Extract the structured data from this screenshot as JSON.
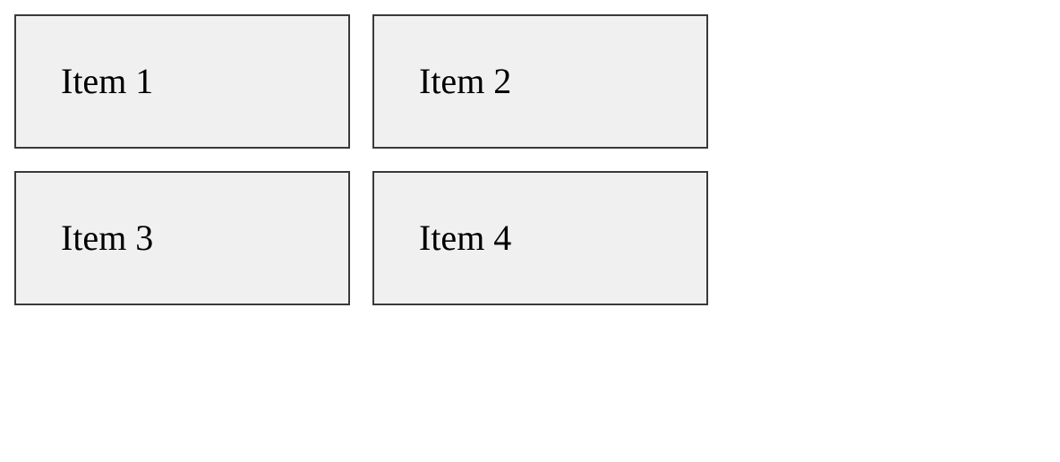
{
  "grid": {
    "items": [
      {
        "label": "Item 1"
      },
      {
        "label": "Item 2"
      },
      {
        "label": "Item 3"
      },
      {
        "label": "Item 4"
      }
    ]
  },
  "colors": {
    "item_background": "#f0f0f0",
    "item_border": "#3a3a3a",
    "text": "#000000",
    "page_background": "#ffffff"
  }
}
